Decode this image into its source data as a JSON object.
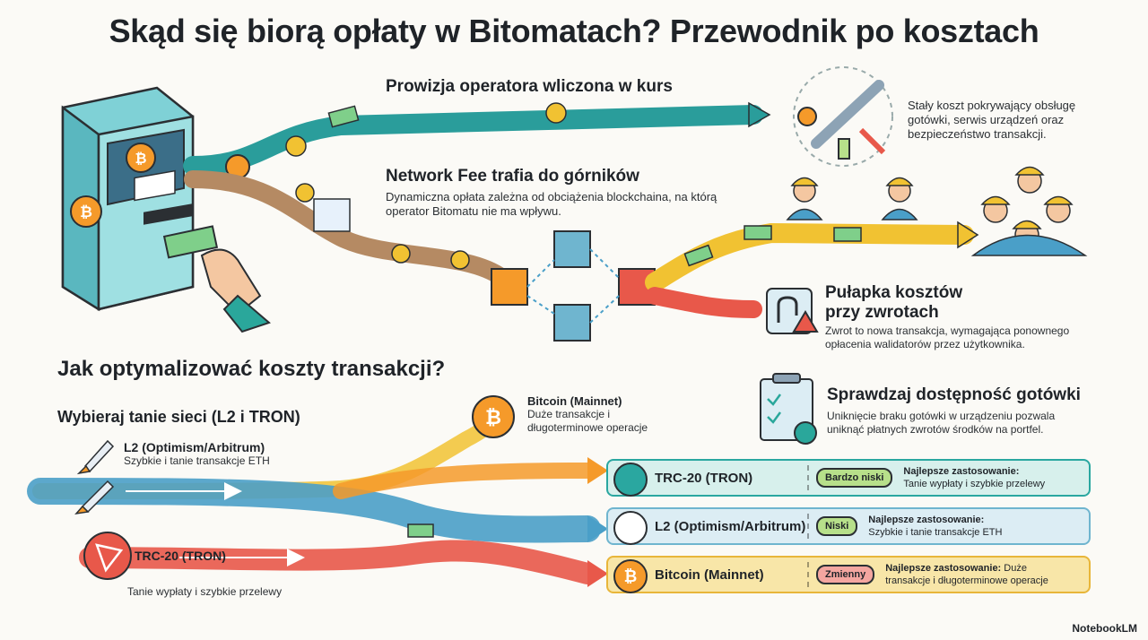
{
  "title": "Skąd się biorą opłaty w Bitomatach? Przewodnik po kosztach",
  "operator": {
    "heading": "Prowizja operatora wliczona w kurs",
    "desc": "Stały koszt pokrywający obsługę gotówki, serwis urządzeń oraz bezpieczeństwo transakcji."
  },
  "network": {
    "heading": "Network Fee trafia do górników",
    "desc": "Dynamiczna opłata zależna od obciążenia blockchaina, na którą operator Bitomatu nie ma wpływu."
  },
  "refund": {
    "heading": "Pułapka kosztów przy zwrotach",
    "desc": "Zwrot to nowa transakcja, wymagająca ponownego opłacenia walidatorów przez użytkownika."
  },
  "optimize": {
    "heading": "Jak optymalizować koszty transakcji?",
    "sub": "Wybieraj tanie sieci (L2 i TRON)"
  },
  "cash": {
    "heading": "Sprawdzaj dostępność gotówki",
    "desc": "Uniknięcie braku gotówki w urządzeniu pozwala uniknąć płatnych zwrotów środków na portfel."
  },
  "inputs": {
    "l2": {
      "title": "L2 (Optimism/Arbitrum)",
      "desc": "Szybkie i tanie transakcje ETH"
    },
    "tron": {
      "title": "TRC-20 (TRON)",
      "desc": "Tanie wypłaty i szybkie przelewy"
    },
    "btc": {
      "title": "Bitcoin (Mainnet)",
      "desc": "Duże transakcje i długoterminowe operacje"
    }
  },
  "rows": [
    {
      "name": "TRC-20 (TRON)",
      "badge": "Bardzo niski",
      "best_label": "Najlepsze zastosowanie:",
      "best_text": "Tanie wypłaty i szybkie przelewy",
      "color": "#2aa7a0",
      "fill": "#d7f0ec",
      "badge_color": "#b7e08a"
    },
    {
      "name": "L2 (Optimism/Arbitrum)",
      "badge": "Niski",
      "best_label": "Najlepsze zastosowanie:",
      "best_text": "Szybkie i tanie transakcje ETH",
      "color": "#6fb5cf",
      "fill": "#dcedf4",
      "badge_color": "#b7e08a"
    },
    {
      "name": "Bitcoin (Mainnet)",
      "badge": "Zmienny",
      "best_label": "Najlepsze zastosowanie:",
      "best_text": "Duże transakcje i długoterminowe operacje",
      "color": "#e8b63a",
      "fill": "#f8e6a8",
      "badge_color": "#f4a6a0"
    }
  ],
  "coin_symbol": "₿",
  "footer": "NotebookLM",
  "colors": {
    "teal": "#2a9d9b",
    "orange": "#f59a2a",
    "gold": "#f1c232",
    "brown": "#b58a63",
    "red": "#e8584a",
    "blue": "#4a9fc8"
  }
}
